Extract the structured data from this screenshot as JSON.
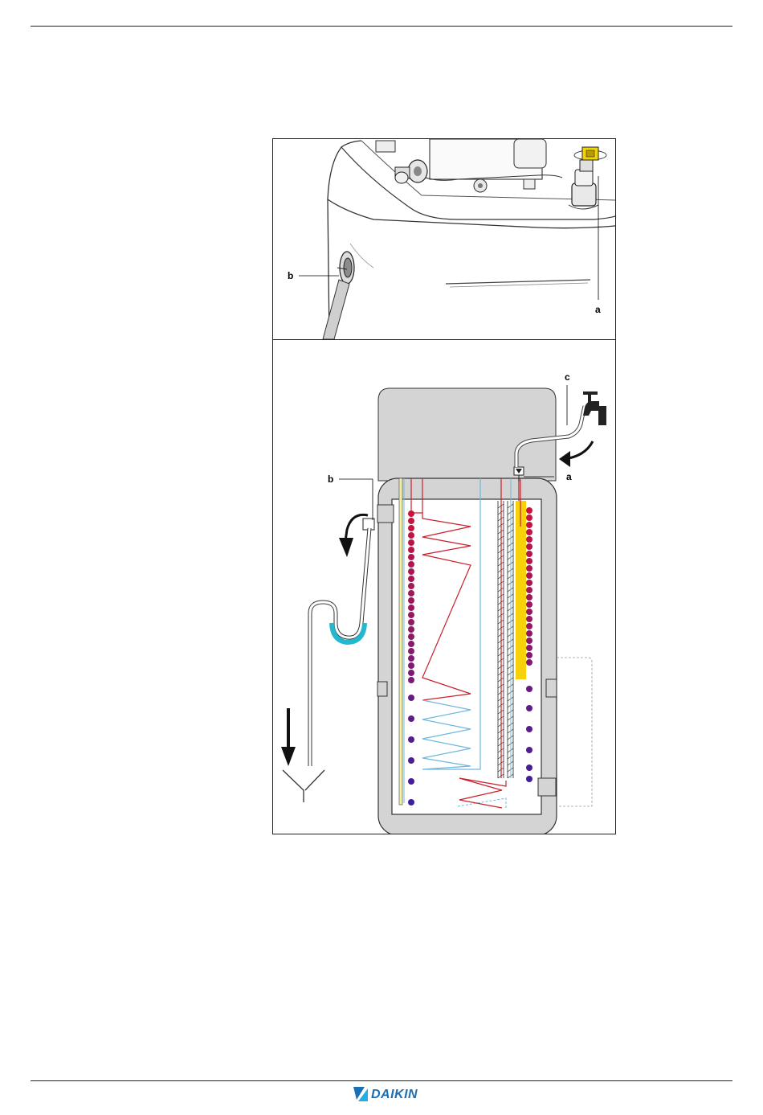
{
  "figure": {
    "top_panel": {
      "callouts": {
        "a": "a",
        "b": "b"
      }
    },
    "bottom_panel": {
      "callouts": {
        "a": "a",
        "b": "b",
        "c": "c"
      }
    }
  },
  "footer": {
    "logo_text": "DAIKIN"
  },
  "colors": {
    "supply_red": "#cc1f2b",
    "return_blue": "#6fb7dc",
    "tank_gray": "#d4d4d4",
    "water_cyan": "#23b8d0",
    "heater_yellow": "#f7d10a",
    "brand_blue": "#1b6fb5"
  }
}
